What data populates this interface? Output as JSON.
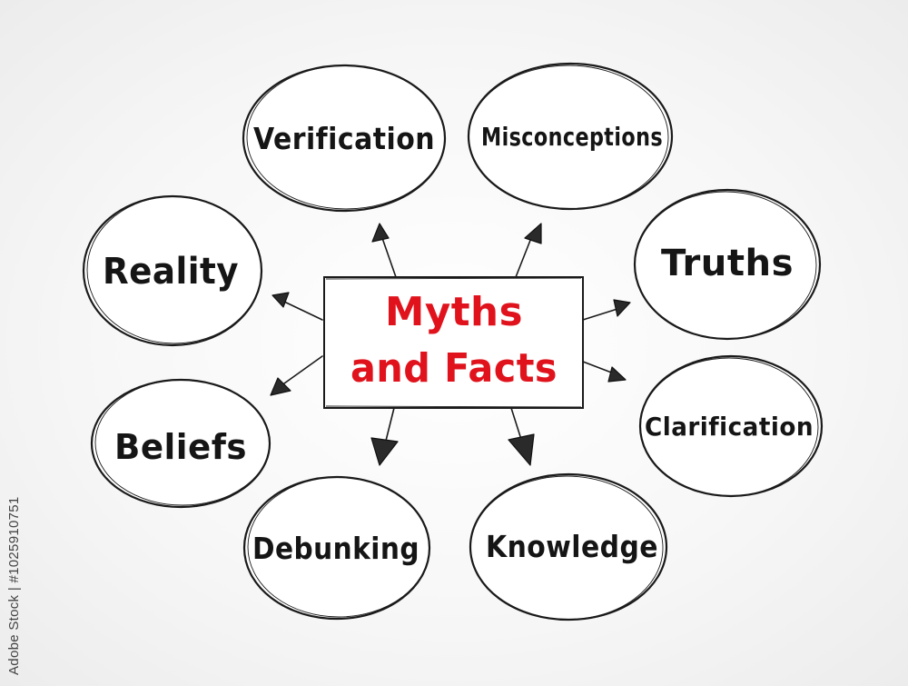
{
  "center": {
    "line1": "Myths",
    "line2": "and Facts"
  },
  "nodes": {
    "verification": "Verification",
    "misconceptions": "Misconceptions",
    "reality": "Reality",
    "truths": "Truths",
    "beliefs": "Beliefs",
    "clarification": "Clarification",
    "debunking": "Debunking",
    "knowledge": "Knowledge"
  },
  "stock_id": "Adobe Stock | #1025910751",
  "colors": {
    "center_text": "#e0131d",
    "node_text": "#151515",
    "stroke": "#1a1a1a"
  }
}
